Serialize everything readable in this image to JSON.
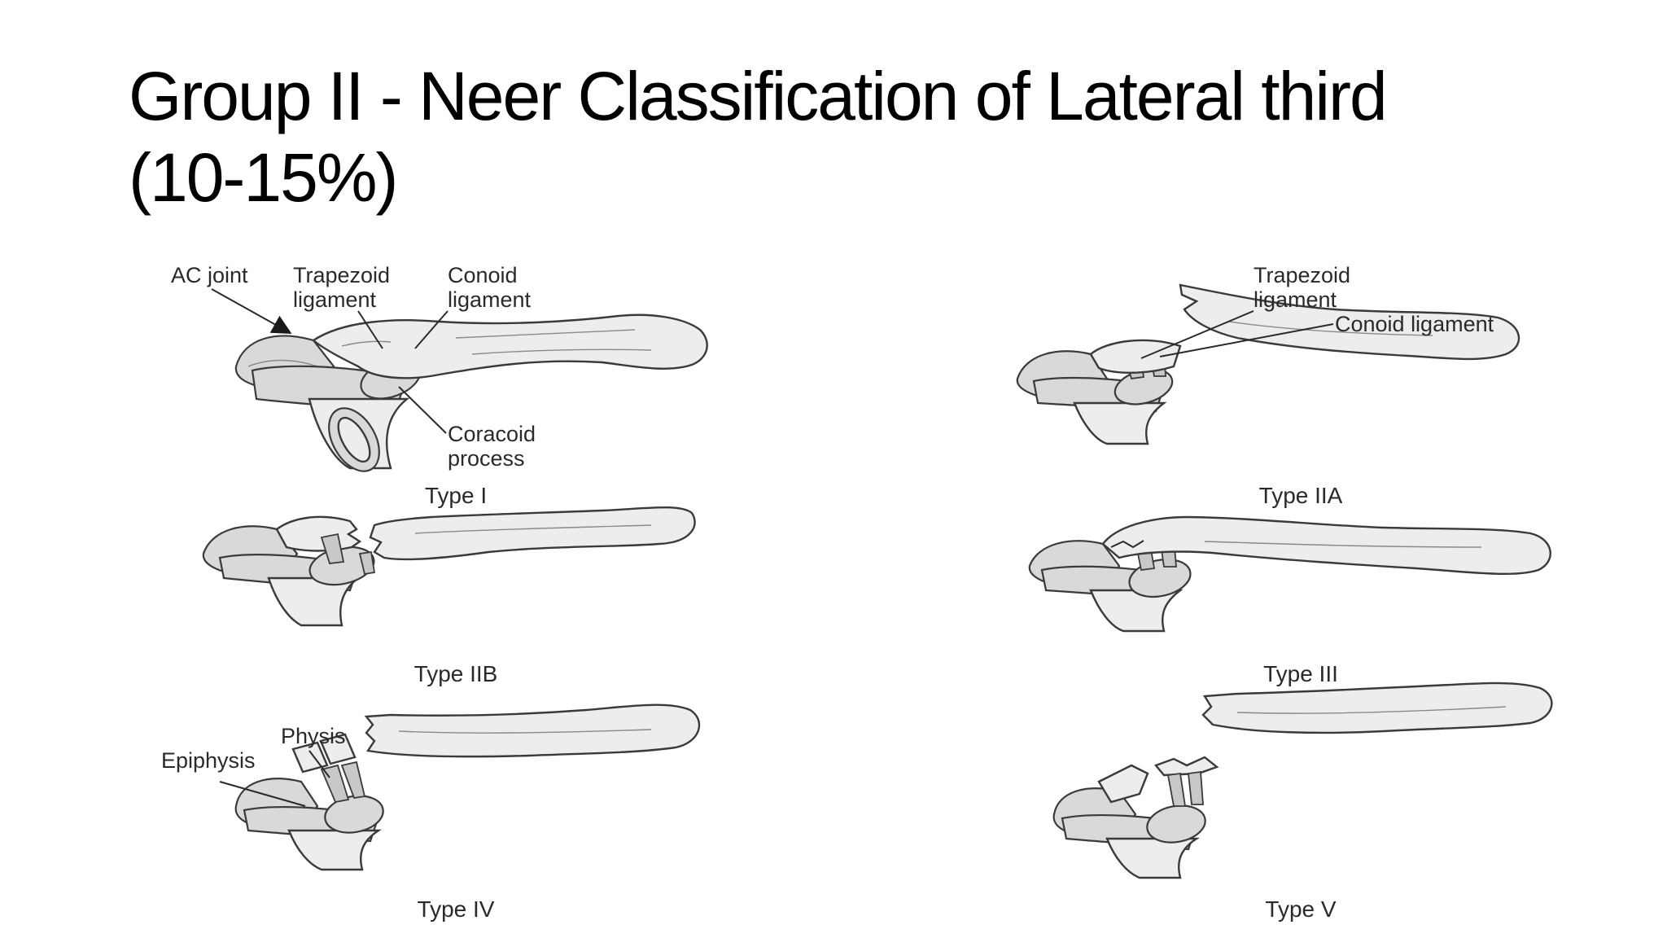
{
  "slide": {
    "title_line1": "Group II - Neer Classification of Lateral third",
    "title_line2": "(10-15%)"
  },
  "panels": [
    {
      "caption": "Type I",
      "labels": {
        "ac_joint": "AC joint",
        "trapezoid_1": "Trapezoid",
        "trapezoid_2": "ligament",
        "conoid_1": "Conoid",
        "conoid_2": "ligament",
        "coracoid_1": "Coracoid",
        "coracoid_2": "process"
      }
    },
    {
      "caption": "Type IIA",
      "labels": {
        "trapezoid_1": "Trapezoid",
        "trapezoid_2": "ligament",
        "conoid": "Conoid ligament"
      }
    },
    {
      "caption": "Type IIB",
      "labels": {}
    },
    {
      "caption": "Type III",
      "labels": {}
    },
    {
      "caption": "Type IV",
      "labels": {
        "physis": "Physis",
        "epiphysis": "Epiphysis"
      }
    },
    {
      "caption": "Type V",
      "labels": {}
    }
  ],
  "colors": {
    "text": "#000000",
    "line_art": "#3a3a3a",
    "bone_fill": "#ededed",
    "background": "#ffffff"
  }
}
